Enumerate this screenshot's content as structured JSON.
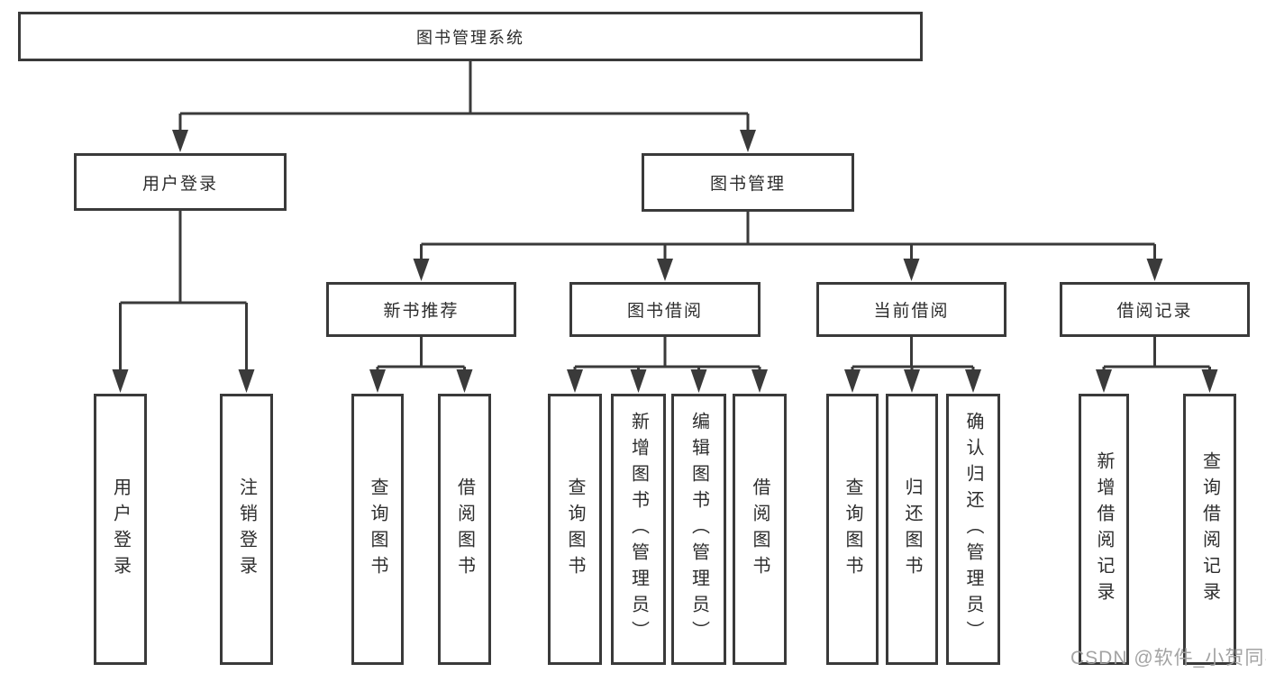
{
  "tree": {
    "label": "图书管理系统",
    "children": [
      {
        "label": "用户登录",
        "children": [
          {
            "label": "用户登录"
          },
          {
            "label": "注销登录"
          }
        ]
      },
      {
        "label": "图书管理",
        "children": [
          {
            "label": "新书推荐",
            "children": [
              {
                "label": "查询图书"
              },
              {
                "label": "借阅图书"
              }
            ]
          },
          {
            "label": "图书借阅",
            "children": [
              {
                "label": "查询图书"
              },
              {
                "label": "新增图书（管理员）"
              },
              {
                "label": "编辑图书（管理员）"
              },
              {
                "label": "借阅图书"
              }
            ]
          },
          {
            "label": "当前借阅",
            "children": [
              {
                "label": "查询图书"
              },
              {
                "label": "归还图书"
              },
              {
                "label": "确认归还（管理员）"
              }
            ]
          },
          {
            "label": "借阅记录",
            "children": [
              {
                "label": "新增借阅记录"
              },
              {
                "label": "查询借阅记录"
              }
            ]
          }
        ]
      }
    ]
  },
  "watermark": "CSDN @软件_小贺同学",
  "colors": {
    "line": "#3a3a3a",
    "text": "#2d2d2d",
    "watermark": "#9e9e9e",
    "background": "#ffffff"
  }
}
